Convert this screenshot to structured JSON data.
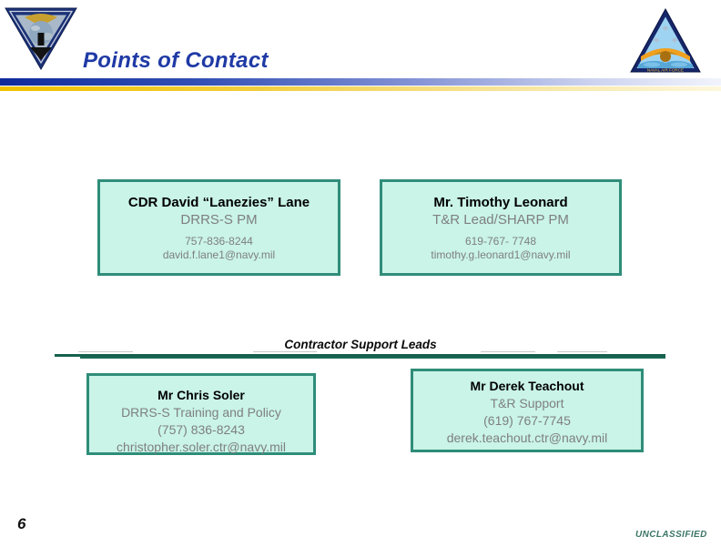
{
  "slide": {
    "title": "Points of Contact",
    "page_number": "6",
    "classification": "UNCLASSIFIED"
  },
  "section": {
    "contractor_heading": "Contractor Support Leads"
  },
  "contacts": {
    "primary": [
      {
        "name": "CDR David “Lanezies” Lane",
        "role": "DRRS-S PM",
        "phone": "757-836-8244",
        "email": "david.f.lane1@navy.mil"
      },
      {
        "name": "Mr. Timothy Leonard",
        "role": "T&R Lead/SHARP PM",
        "phone": "619-767- 7748",
        "email": "timothy.g.leonard1@navy.mil"
      }
    ],
    "contractor": [
      {
        "name": "Mr Chris Soler",
        "role": "DRRS-S Training and Policy",
        "phone": "(757) 836-8243",
        "email": "christopher.soler.ctr@navy.mil"
      },
      {
        "name": "Mr Derek Teachout",
        "role": "T&R Support",
        "phone": "(619) 767-7745",
        "email": "derek.teachout.ctr@navy.mil"
      }
    ]
  },
  "logos": {
    "left": "navy-inverted-triangle-crest",
    "right": "navy-triangle-crest"
  },
  "colors": {
    "title_blue": "#1f3aa6",
    "box_background": "#c9f4e7",
    "box_border": "#2f8d79",
    "muted_text": "#7f7f7f",
    "divider_green": "#17604e",
    "classification_green": "#3c7667",
    "header_bar_blue": "#0f2b9b",
    "header_bar_gold": "#efc100"
  }
}
